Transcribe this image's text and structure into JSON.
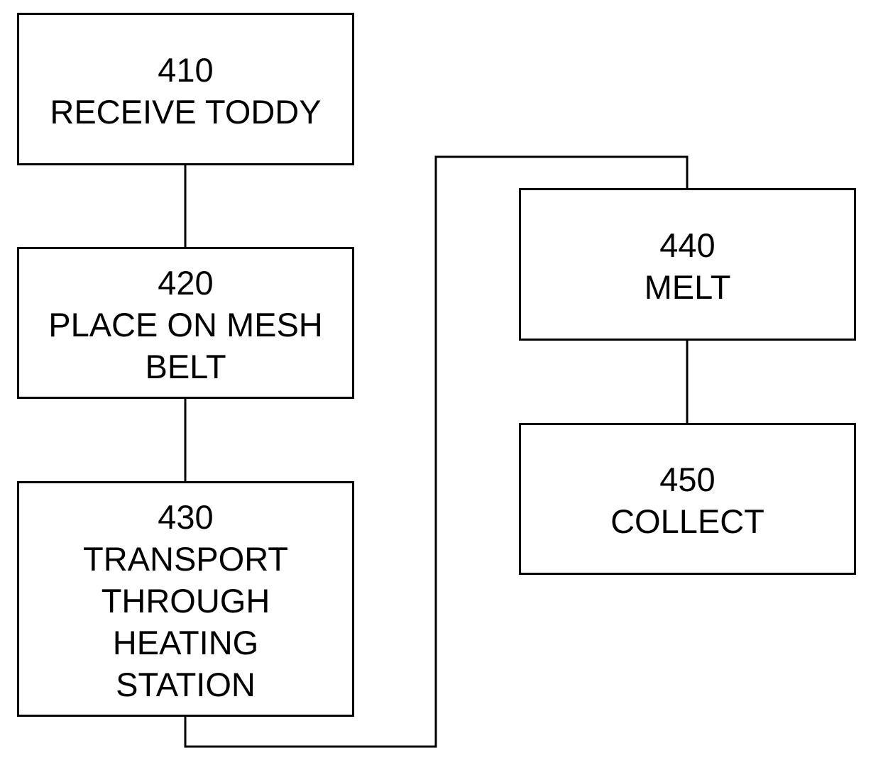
{
  "steps": {
    "s410": {
      "number": "410",
      "lines": [
        "RECEIVE TODDY"
      ]
    },
    "s420": {
      "number": "420",
      "lines": [
        "PLACE ON MESH",
        "BELT"
      ]
    },
    "s430": {
      "number": "430",
      "lines": [
        "TRANSPORT",
        "THROUGH",
        "HEATING",
        "STATION"
      ]
    },
    "s440": {
      "number": "440",
      "lines": [
        "MELT"
      ]
    },
    "s450": {
      "number": "450",
      "lines": [
        "COLLECT"
      ]
    }
  }
}
